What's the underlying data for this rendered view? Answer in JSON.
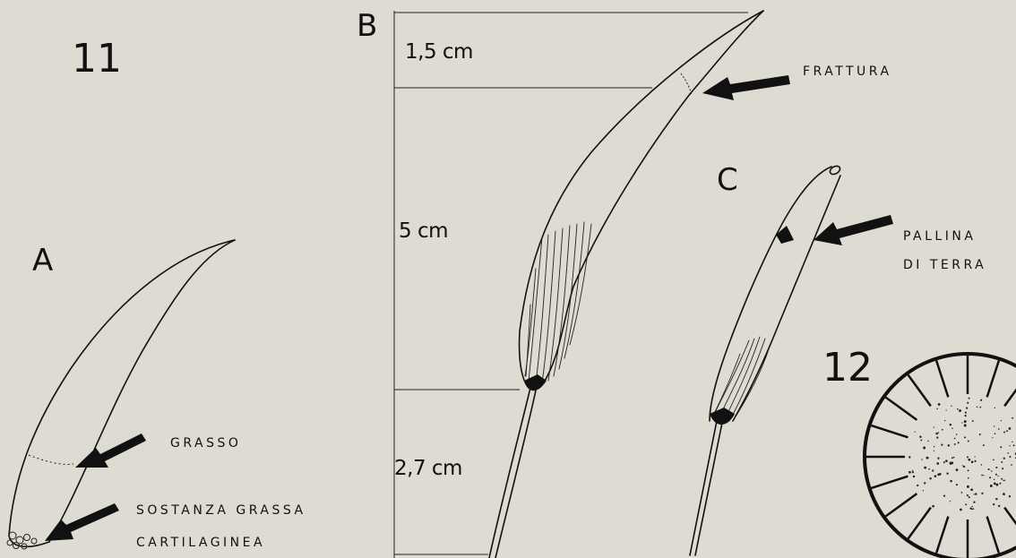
{
  "figure_numbers": {
    "fig11": "11",
    "fig12": "12"
  },
  "panels": {
    "a": "A",
    "b": "B",
    "c": "C"
  },
  "measurements": {
    "top": "1,5 cm",
    "middle": "5 cm",
    "bottom": "2,7 cm"
  },
  "annotations": {
    "frattura": "FRATTURA",
    "pallina_line1": "PALLINA",
    "pallina_line2": "DI  TERRA",
    "grasso": "GRASSO",
    "sostanza_line1": "SOSTANZA  GRASSA",
    "sostanza_line2": "CARTILAGINEA"
  }
}
